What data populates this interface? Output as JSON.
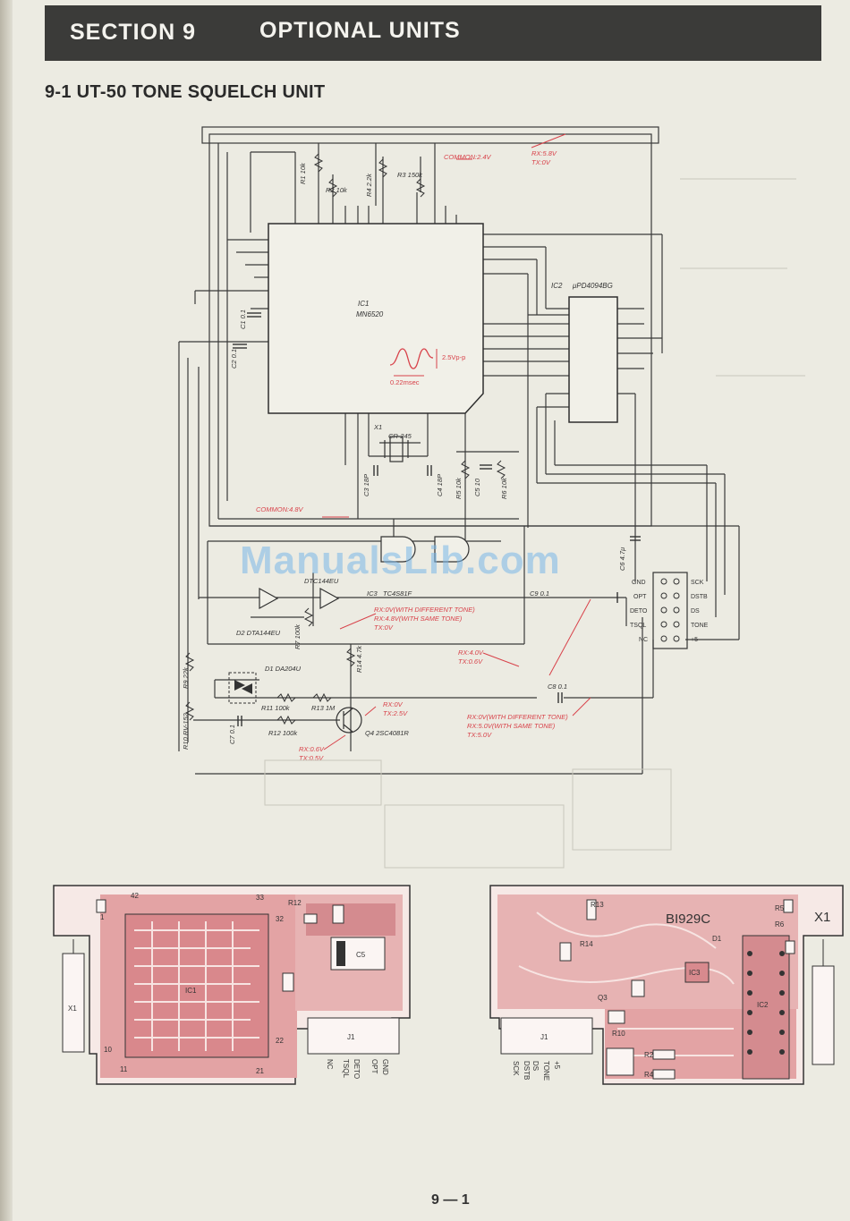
{
  "header": {
    "section_number": "SECTION 9",
    "section_title": "OPTIONAL UNITS"
  },
  "subsection": {
    "title": "9-1 UT-50 TONE SQUELCH UNIT"
  },
  "schematic": {
    "ic1": {
      "ref": "IC1",
      "part": "MN6520"
    },
    "ic2": {
      "ref": "IC2",
      "part": "μPD4094BG"
    },
    "ic3": {
      "ref": "IC3",
      "part": "TC4S81F"
    },
    "x1": {
      "ref": "X1",
      "part": "CR-245"
    },
    "resistors": {
      "r1": "R1 10k",
      "r2": "R2 10k",
      "r3": "R3 150k",
      "r4": "R4 2.2k",
      "r5": "R5 10k",
      "r6": "R6 10k",
      "r7": "R7 100k",
      "r9": "R9 22k",
      "r10": "R10 RV-152",
      "r11": "R11 100k",
      "r12": "R12 100k",
      "r13": "R13 1M",
      "r14": "R14 4.7k"
    },
    "capacitors": {
      "c1": "C1 0.1",
      "c2": "C2 0.1",
      "c3": "C3 18P",
      "c4": "C4 18P",
      "c5": "C5 10",
      "c6": "C6 4.7μ",
      "c7": "C7 0.1",
      "c8": "C8 0.1",
      "c9": "C9 0.1"
    },
    "semis": {
      "d1": "D1 DA204U",
      "d2": "D2 DTA144EU",
      "q1": "DTC144EU",
      "q4": "Q4 2SC4081R"
    },
    "waveform": {
      "amplitude": "2.5Vp-p",
      "period": "0.22msec"
    },
    "voltage_notes": {
      "common_top": "COMMON:2.4V",
      "rx_top": "RX:5.8V",
      "tx_top": "TX:0V",
      "common_mid": "COMMON:4.8V",
      "ic3_note_1": "RX:0V(WITH DIFFERENT TONE)",
      "ic3_note_2": "RX:4.8V(WITH SAME TONE)",
      "ic3_note_3": "TX:0V",
      "mid_rx": "RX:4.0V",
      "mid_tx": "TX:0.6V",
      "q4_rx": "RX:0V",
      "q4_tx": "TX:2.5V",
      "q4b_rx": "RX:0.6V",
      "q4b_tx": "TX:0.5V",
      "bottom_1": "RX:0V(WITH DIFFERENT TONE)",
      "bottom_2": "RX:5.0V(WITH SAME TONE)",
      "bottom_3": "TX:5.0V"
    },
    "connector": {
      "left_pins": [
        "GND",
        "OPT",
        "DETO",
        "TSQL",
        "NC"
      ],
      "right_pins": [
        "SCK",
        "DSTB",
        "DS",
        "TONE",
        "+5"
      ]
    }
  },
  "pcb_left": {
    "labels": {
      "ic": "IC1",
      "x": "X1",
      "j": "J1",
      "c5": "C5",
      "r12": "R12",
      "pin42": "42",
      "pin33": "33",
      "pin32": "32",
      "pin22": "22",
      "pin21": "21",
      "pin10": "10",
      "pin11": "11",
      "pin1": "1"
    },
    "j1_pins": [
      "GND",
      "OPT",
      "DETO",
      "TSQL",
      "NC"
    ]
  },
  "pcb_right": {
    "labels": {
      "board_id": "BI929C",
      "x": "X1",
      "j": "J1",
      "ic2": "IC2",
      "ic3": "IC3",
      "r13": "R13",
      "r14": "R14",
      "q3": "Q3",
      "r10": "R10",
      "r2": "R2",
      "r4": "R4",
      "r5": "R5",
      "r6": "R6",
      "d1": "D1"
    },
    "j1_pins": [
      "+5",
      "TONE",
      "DS",
      "DSTB",
      "SCK"
    ]
  },
  "watermark": "ManualsLib.com",
  "footer": {
    "page_number": "9 — 1"
  }
}
